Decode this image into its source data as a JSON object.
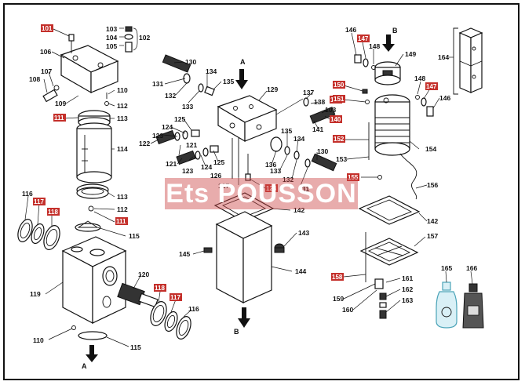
{
  "watermark": "Ets POUSSON",
  "arrows": {
    "a_top": "A",
    "b_top": "B",
    "a_bottom": "A",
    "b_bottom": "B"
  },
  "callouts": {
    "p101": "101",
    "p102": "102",
    "p103": "103",
    "p104": "104",
    "p105": "105",
    "p106": "106",
    "p107": "107",
    "p108": "108",
    "p109": "109",
    "p110a": "110",
    "p111a": "111",
    "p112a": "112",
    "p113a": "113",
    "p114": "114",
    "p113b": "113",
    "p112b": "112",
    "p111b": "111",
    "p115a": "115",
    "p116a": "116",
    "p117a": "117",
    "p118a": "118",
    "p119": "119",
    "p120": "120",
    "p118b": "118",
    "p117b": "117",
    "p116b": "116",
    "p110b": "110",
    "p115b": "115",
    "p130a": "130",
    "p131a": "131",
    "p132a": "132",
    "p133a": "133",
    "p134a": "134",
    "p135a": "135",
    "p129": "129",
    "p125a": "125",
    "p124a": "124",
    "p123a": "123",
    "p122": "122",
    "p121a": "121",
    "p121b": "121",
    "p123b": "123",
    "p124b": "124",
    "p125b": "125",
    "p126": "126",
    "p127": "127",
    "p128": "128",
    "p137": "137",
    "p138": "138",
    "p103b": "103",
    "p139": "139",
    "p140": "140",
    "p141": "141",
    "p135b": "135",
    "p134b": "134",
    "p136": "136",
    "p133b": "133",
    "p132b": "132",
    "p131b": "131",
    "p130b": "130",
    "p142a": "142",
    "p143": "143",
    "p144": "144",
    "p145": "145",
    "p146a": "146",
    "p147a": "147",
    "p148a": "148",
    "p149": "149",
    "p150": "150",
    "p151": "151",
    "p148b": "148",
    "p147b": "147",
    "p146b": "146",
    "p164": "164",
    "p152": "152",
    "p153": "153",
    "p154": "154",
    "p155": "155",
    "p156": "156",
    "p142b": "142",
    "p157": "157",
    "p158": "158",
    "p159": "159",
    "p160": "160",
    "p161": "161",
    "p162": "162",
    "p163": "163",
    "p165": "165",
    "p166": "166"
  },
  "colors": {
    "highlight": "#c4302b",
    "ink": "#111111",
    "watermark": "#cd4646"
  }
}
